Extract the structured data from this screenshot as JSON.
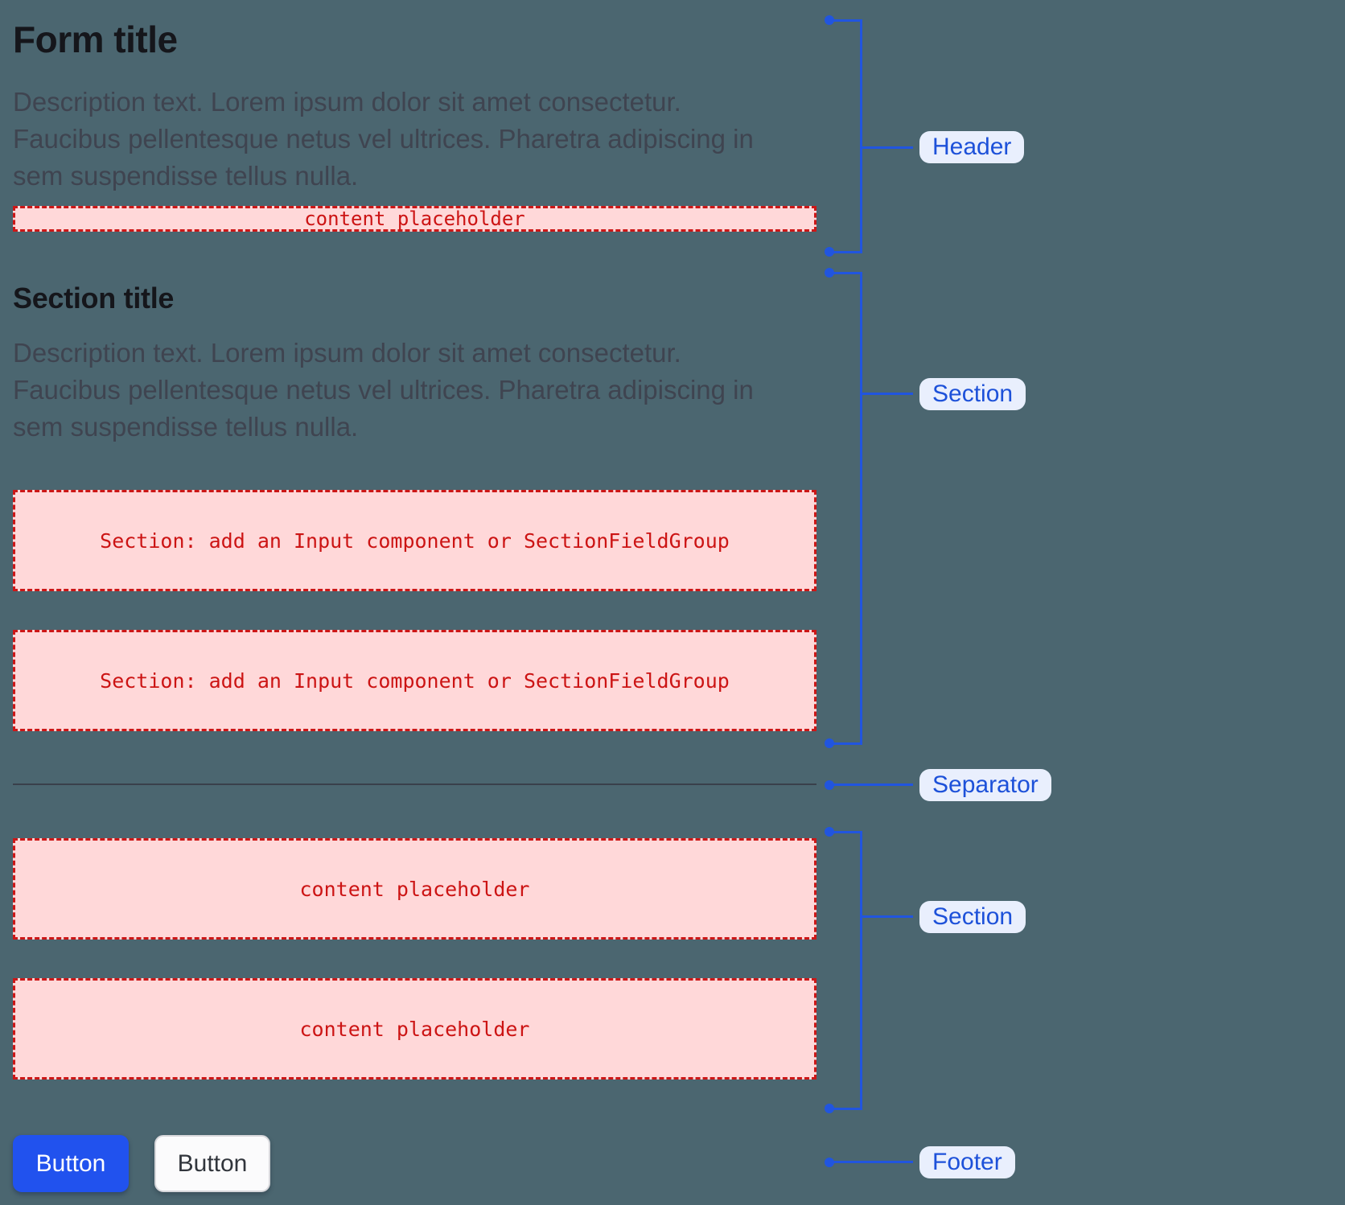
{
  "form": {
    "title": "Form title",
    "description": "Description text. Lorem ipsum dolor sit amet consectetur.\nFaucibus pellentesque netus vel ultrices. Pharetra adipiscing in\nsem suspendisse tellus nulla.",
    "header_placeholder": "content placeholder",
    "section": {
      "title": "Section title",
      "description": "Description text. Lorem ipsum dolor sit amet consectetur.\nFaucibus pellentesque netus vel ultrices. Pharetra adipiscing in\nsem suspendisse tellus nulla.",
      "box1": "Section: add an Input component or SectionFieldGroup",
      "box2": "Section: add an Input component or SectionFieldGroup"
    },
    "section2": {
      "box1": "content placeholder",
      "box2": "content placeholder"
    },
    "footer": {
      "primary_button": "Button",
      "secondary_button": "Button"
    }
  },
  "annotations": {
    "header": "Header",
    "section1": "Section",
    "separator": "Separator",
    "section2": "Section",
    "footer": "Footer"
  },
  "colors": {
    "background": "#4b6670",
    "annotation_blue": "#2155df",
    "annotation_pill_bg": "#e9effd",
    "placeholder_red": "#cc1414",
    "placeholder_pink": "#ffd8d9",
    "primary_button_blue": "#2152ee",
    "title_ink": "#15161b",
    "description_gray": "#3f4450"
  }
}
